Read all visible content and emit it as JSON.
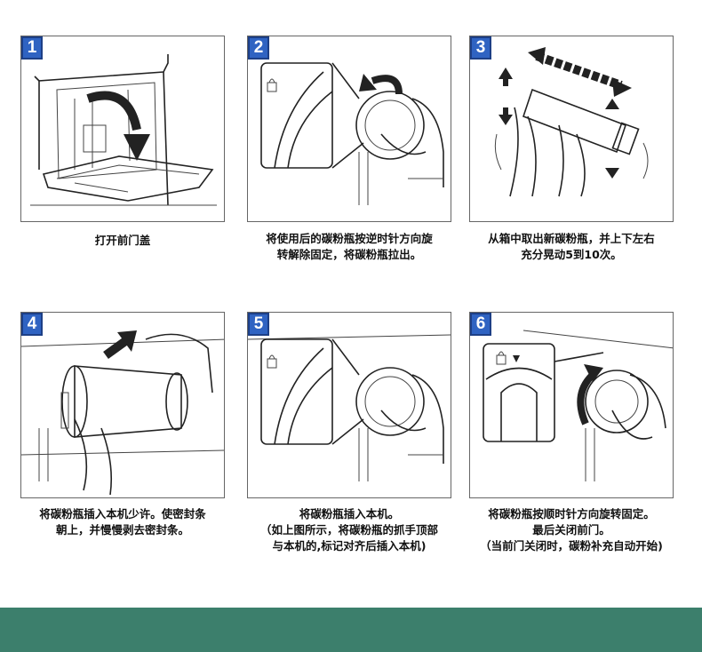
{
  "steps": [
    {
      "number": "1",
      "caption": [
        "打开前门盖"
      ]
    },
    {
      "number": "2",
      "caption": [
        "将使用后的碳粉瓶按逆时针方向旋",
        "转解除固定，将碳粉瓶拉出。"
      ]
    },
    {
      "number": "3",
      "caption": [
        "从箱中取出新碳粉瓶，并上下左右",
        "充分晃动5到10次。"
      ]
    },
    {
      "number": "4",
      "caption": [
        "将碳粉瓶插入本机少许。使密封条",
        "朝上，并慢慢剥去密封条。"
      ]
    },
    {
      "number": "5",
      "caption": [
        "将碳粉瓶插入本机。",
        "（如上图所示，将碳粉瓶的抓手顶部",
        "与本机的,标记对齐后插入本机)"
      ]
    },
    {
      "number": "6",
      "caption": [
        "将碳粉瓶按顺时针方向旋转固定。",
        "最后关闭前门。",
        "（当前门关闭时，碳粉补充自动开始)"
      ]
    }
  ],
  "colors": {
    "badge": "#2f63c2",
    "footer_band": "#3c7f6c"
  }
}
